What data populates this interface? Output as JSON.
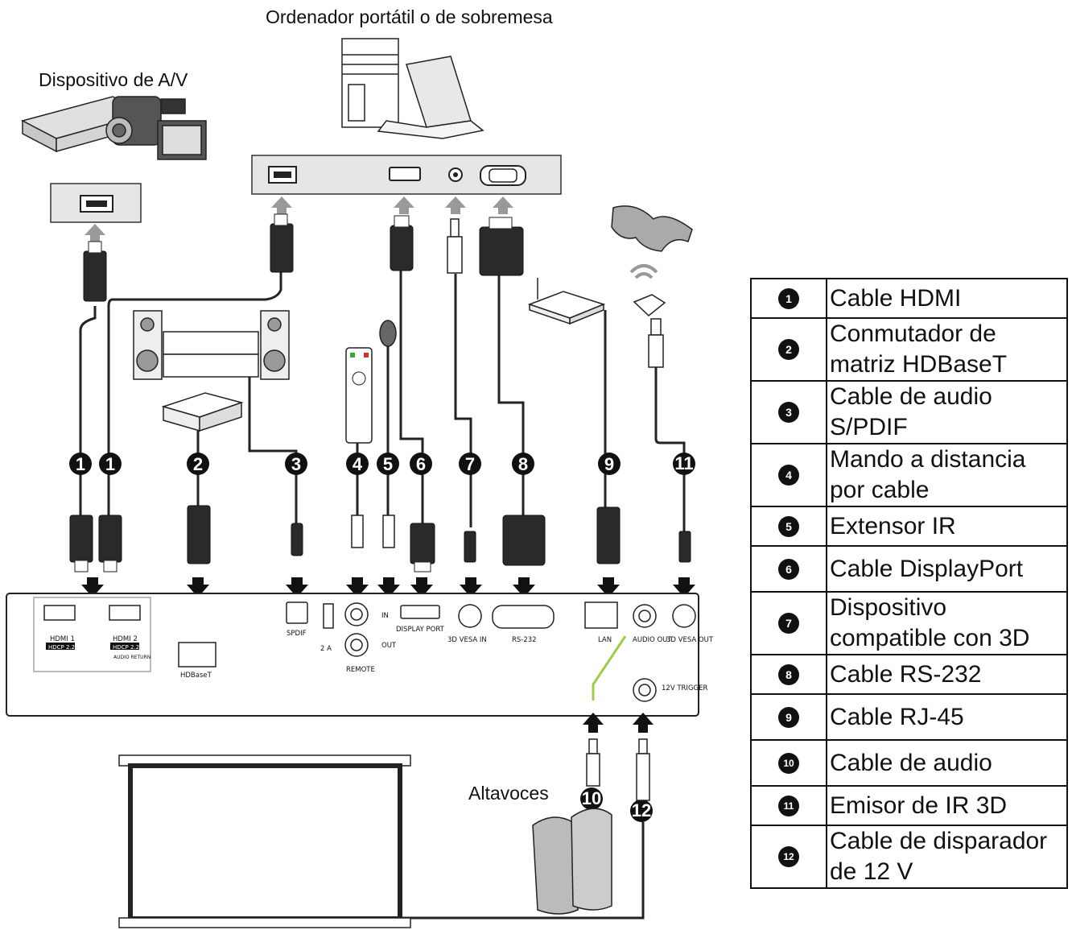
{
  "labels": {
    "computer": "Ordenador portátil o de sobremesa",
    "av_device": "Dispositivo de A/V",
    "speakers": "Altavoces"
  },
  "ports": {
    "hdmi1": "HDMI 1",
    "hdmi2": "HDMI 2",
    "hdcp": "HDCP 2.2",
    "audio_return": "AUDIO RETURN",
    "hdbaset": "HDBaseT",
    "spdif": "SPDIF",
    "usb": "2 A",
    "in": "IN",
    "out": "OUT",
    "remote": "REMOTE",
    "displayport": "DISPLAY PORT",
    "vesa_in": "3D VESA IN",
    "rs232": "RS-232",
    "lan": "LAN",
    "audio_out": "AUDIO OUT",
    "vesa_out": "3D VESA OUT",
    "trigger": "12V TRIGGER"
  },
  "legend": [
    {
      "num": "1",
      "text": "Cable HDMI"
    },
    {
      "num": "2",
      "text": "Conmutador de matriz HDBaseT"
    },
    {
      "num": "3",
      "text": "Cable de audio S/PDIF"
    },
    {
      "num": "4",
      "text": "Mando a distancia por cable"
    },
    {
      "num": "5",
      "text": "Extensor IR"
    },
    {
      "num": "6",
      "text": "Cable DisplayPort"
    },
    {
      "num": "7",
      "text": "Dispositivo compatible con 3D"
    },
    {
      "num": "8",
      "text": "Cable RS-232"
    },
    {
      "num": "9",
      "text": "Cable RJ-45"
    },
    {
      "num": "10",
      "text": "Cable de audio"
    },
    {
      "num": "11",
      "text": "Emisor de IR 3D"
    },
    {
      "num": "12",
      "text": "Cable de disparador de 12 V"
    }
  ],
  "colors": {
    "audio_line": "#9bcf4a",
    "panel": "#e6e6e6"
  }
}
